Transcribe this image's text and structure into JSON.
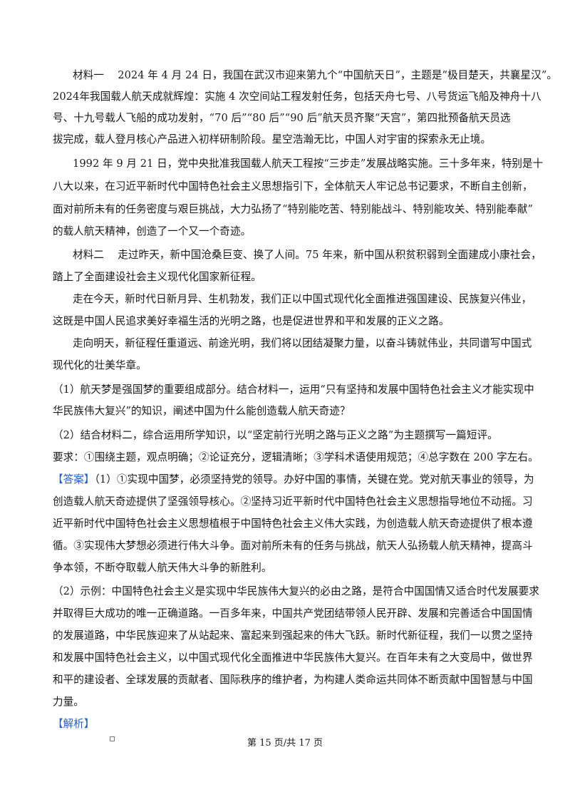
{
  "material1": {
    "lines": [
      "材料一　 2024 年 4 月 24 日，我国在武汉市迎来第九个“中国航天日”，主题是“极目楚天，共襄星汉”。",
      "2024年我国载人航天成就辉煌：实施 4 次空间站工程发射任务，包括天舟七号、八号货运飞船及神舟十八",
      "号、十九号载人飞船的成功发射，“70 后”“80 后”“90 后”航天员齐聚“天宫”，第四批预备航天员选",
      "拔完成，载人登月核心产品进入初样研制阶段。星空浩瀚无比，中国人对宇宙的探索永无止境。",
      "1992 年 9 月 21 日，党中央批准我国载人航天工程按“三步走”发展战略实施。三十多年来，特别是十",
      "八大以来，在习近平新时代中国特色社会主义思想指引下，全体航天人牢记总书记要求，不断自主创新，",
      "面对前所未有的任务密度与艰巨挑战，大力弘扬了“特别能吃苦、特别能战斗、特别能攻关、特别能奉献”",
      "的载人航天精神，创造了一个又一个奇迹。"
    ]
  },
  "material2": {
    "lines": [
      "材料二　 走过昨天，新中国沧桑巨变、换了人间。75 年来，新中国从积贫积弱到全面建成小康社会，",
      "踏上了全面建设社会主义现代化国家新征程。",
      "走在今天，新时代日新月异、生机勃发，我们正以中国式现代化全面推进强国建设、民族复兴伟业，",
      "这既是中国人民追求美好幸福生活的光明之路，也是促进世界和平和发展的正义之路。",
      "走向明天，新征程任重道远、前途光明，我们将以团结凝聚力量，以奋斗铸就伟业，共同谱写中国式",
      "现代化的壮美华章。"
    ]
  },
  "questions": {
    "lines": [
      "（1）航天梦是强国梦的重要组成部分。结合材料一，运用“只有坚持和发展中国特色社会主义才能实现中",
      "华民族伟大复兴”的知识，阐述中国为什么能创造载人航天奇迹？",
      "（2）结合材料二，综合运用所学知识，以“坚定前行光明之路与正义之路”为主题撰写一篇短评。",
      "要求：①围绕主题，观点明确；②论证充分，逻辑清晰；③学科术语使用规范；④总字数在 200 字左右。"
    ]
  },
  "answer": {
    "label": "【答案】",
    "first_line": "（1）①实现中国梦，必须坚持党的领导。办好中国的事情，关键在党。党对航天事业的领导，为",
    "lines": [
      "创造载人航天奇迹提供了坚强领导核心。②坚持习近平新时代中国特色社会主义思想指导地位不动摇。习",
      "近平新时代中国特色社会主义思想植根于中国特色社会主义伟大实践，为创造载人航天奇迹提供了根本遵",
      "循。③实现伟大梦想必须进行伟大斗争。面对前所未有的任务与挑战，航天人弘扬载人航天精神，提高斗",
      "争本领，不断夺取载人航天伟大斗争的新胜利。",
      "（2）示例：中国特色社会主义是实现中华民族伟大复兴的必由之路，是符合中国国情又适合时代发展要求",
      "并取得巨大成功的唯一正确道路。一百多年来，中国共产党团结带领人民开辟、发展和完善适合中国国情",
      "的发展道路，中华民族迎来了从站起来、富起来到强起来的伟大飞跃。新时代新征程，我们一以贯之坚持",
      "和发展中国特色社会主义，以中国式现代化全面推进中华民族伟大复兴。在百年未有之大变局中，做世界",
      "和平的建设者、全球发展的贡献者、国际秩序的维护者，为构建人类命运共同体不断贡献中国智慧与中国",
      "力量。"
    ]
  },
  "analysis": {
    "label": "【解析】"
  },
  "footer": {
    "page_text": "第 15 页/共 17 页"
  },
  "colors": {
    "label": "#2b5fb3",
    "text": "#1a1a1a"
  }
}
